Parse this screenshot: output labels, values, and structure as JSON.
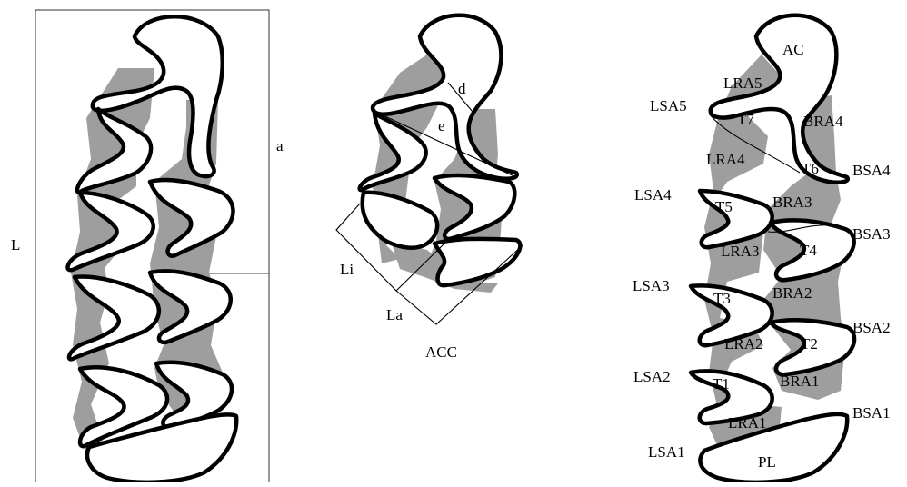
{
  "panel_a": {
    "labels": {
      "L": "L",
      "a": "a"
    }
  },
  "panel_b": {
    "labels": {
      "d": "d",
      "e": "e",
      "Li": "Li",
      "La": "La",
      "ACC": "ACC"
    }
  },
  "panel_c": {
    "labels": {
      "AC": "AC",
      "PL": "PL",
      "T1": "T1",
      "T2": "T2",
      "T3": "T3",
      "T4": "T4",
      "T5": "T5",
      "T6": "T6",
      "T7": "T7",
      "LRA1": "LRA1",
      "LRA2": "LRA2",
      "LRA3": "LRA3",
      "LRA4": "LRA4",
      "LRA5": "LRA5",
      "BRA1": "BRA1",
      "BRA2": "BRA2",
      "BRA3": "BRA3",
      "BRA4": "BRA4",
      "LSA1": "LSA1",
      "LSA2": "LSA2",
      "LSA3": "LSA3",
      "LSA4": "LSA4",
      "LSA5": "LSA5",
      "BSA1": "BSA1",
      "BSA2": "BSA2",
      "BSA3": "BSA3",
      "BSA4": "BSA4"
    }
  },
  "colors": {
    "reentrant_fill": "#9e9e9e",
    "triangle_fill": "#ffffff",
    "outline": "#000000"
  }
}
